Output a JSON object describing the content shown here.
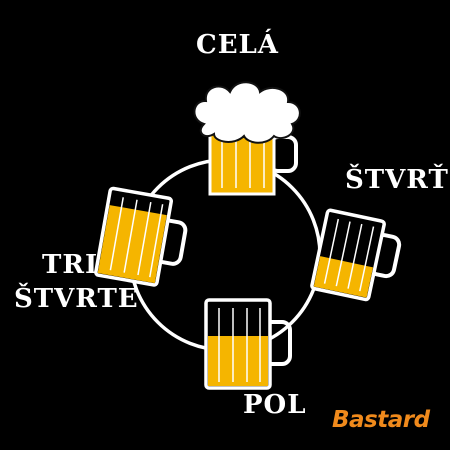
{
  "labels": {
    "full": "CELÁ",
    "quarter": "ŠTVRŤ",
    "three_quarters_line1": "TRI",
    "three_quarters_line2": "ŠTVRTE",
    "half": "POL"
  },
  "brand": {
    "text": "Bastard"
  },
  "mugs": {
    "full_fill": 1.0,
    "three_quarters_fill": 0.75,
    "half_fill": 0.5,
    "quarter_fill": 0.25
  },
  "colors": {
    "background": "#000000",
    "line": "#ffffff",
    "beer": "#f5b500",
    "foam": "#ffffff",
    "brand": "#f08a1c"
  }
}
